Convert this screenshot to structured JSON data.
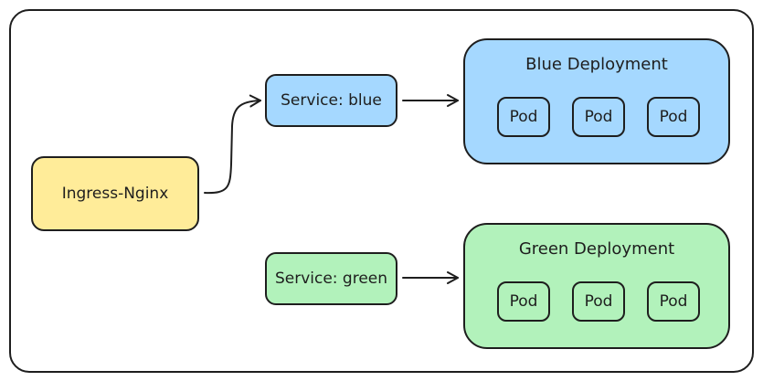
{
  "diagram": {
    "colors": {
      "stroke": "#1e1e1e",
      "ingress_fill": "#ffec99",
      "blue_fill": "#a5d8ff",
      "green_fill": "#b2f2bb",
      "background": "#ffffff"
    },
    "ingress": {
      "label": "Ingress-Nginx"
    },
    "services": {
      "blue": {
        "label": "Service: blue"
      },
      "green": {
        "label": "Service: green"
      }
    },
    "deployments": {
      "blue": {
        "title": "Blue Deployment",
        "pods": [
          "Pod",
          "Pod",
          "Pod"
        ]
      },
      "green": {
        "title": "Green Deployment",
        "pods": [
          "Pod",
          "Pod",
          "Pod"
        ]
      }
    },
    "connections": [
      {
        "from": "Ingress-Nginx",
        "to": "Service: blue"
      },
      {
        "from": "Service: blue",
        "to": "Blue Deployment"
      },
      {
        "from": "Service: green",
        "to": "Green Deployment"
      }
    ]
  }
}
